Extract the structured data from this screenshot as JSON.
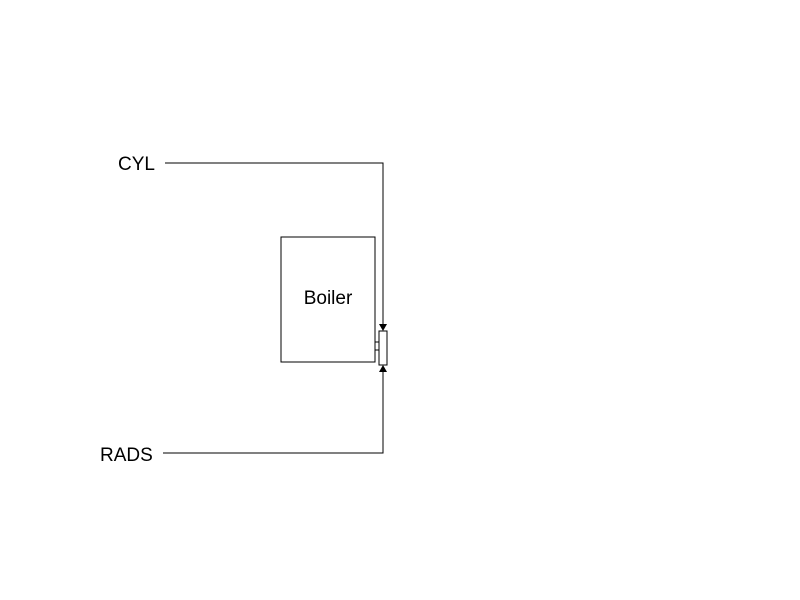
{
  "diagram": {
    "labels": {
      "cyl": "CYL",
      "rads": "RADS",
      "boiler": "Boiler"
    },
    "colors": {
      "stroke": "#000000",
      "background": "#ffffff"
    }
  }
}
